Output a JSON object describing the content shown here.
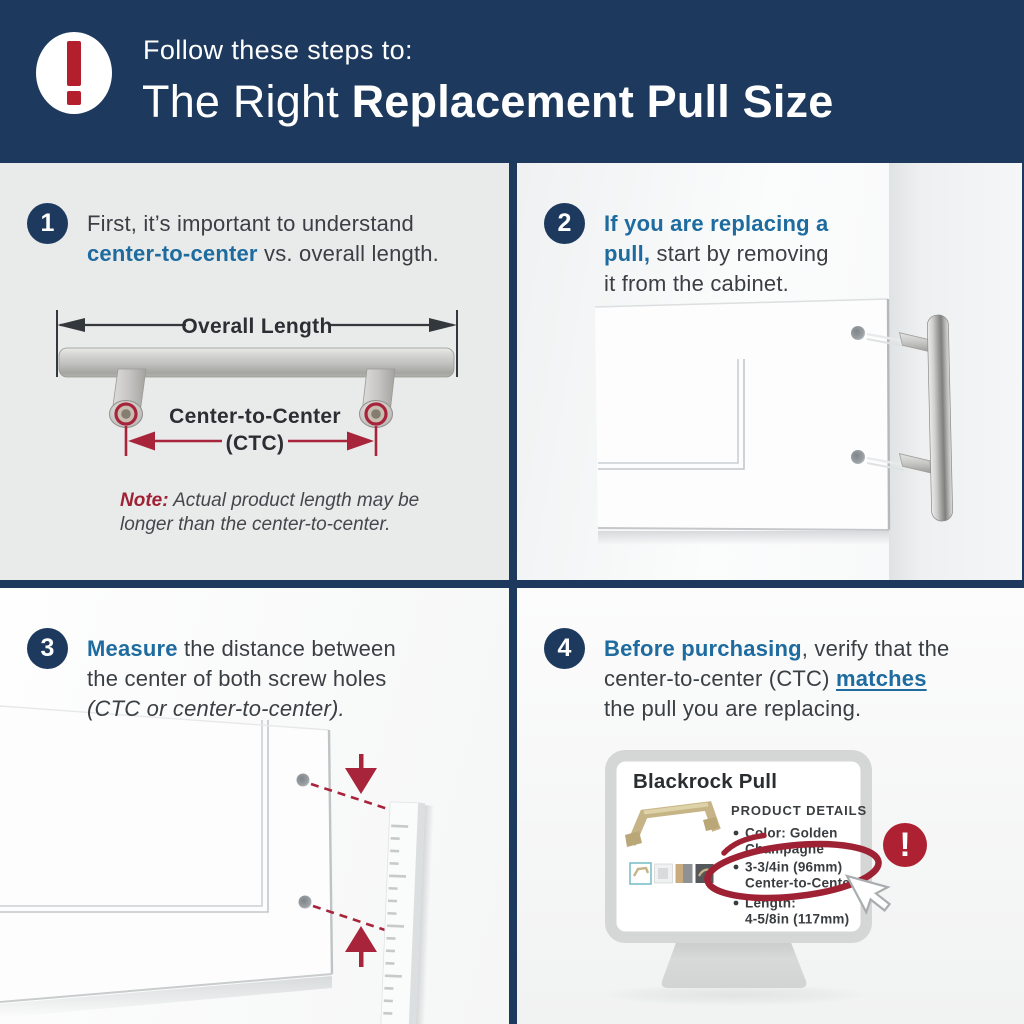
{
  "colors": {
    "navy": "#1d3a5e",
    "accent_blue": "#1e6b9f",
    "accent_red": "#a8243a",
    "alert_red": "#ae2132",
    "panel_gray": "#e9eaea"
  },
  "header": {
    "alert_glyph": "!",
    "kicker": "Follow these steps to:",
    "title_light": "The Right",
    "title_bold": "Replacement Pull Size"
  },
  "steps": [
    {
      "num": "1",
      "segments": [
        {
          "t": "First, it’s important to understand",
          "br": true
        },
        {
          "t": "center-to-center",
          "cls": "blue"
        },
        {
          "t": " vs. overall length."
        }
      ]
    },
    {
      "num": "2",
      "segments": [
        {
          "t": "If you are replacing a",
          "cls": "blue",
          "br": true
        },
        {
          "t": "pull,",
          "cls": "blue"
        },
        {
          "t": " start by removing",
          "br": true
        },
        {
          "t": "it from the cabinet."
        }
      ]
    },
    {
      "num": "3",
      "segments": [
        {
          "t": "Measure",
          "cls": "blue"
        },
        {
          "t": " the distance between",
          "br": true
        },
        {
          "t": "the center of both screw holes",
          "br": true
        },
        {
          "t": "(CTC or center-to-center).",
          "cls": "italic"
        }
      ]
    },
    {
      "num": "4",
      "segments": [
        {
          "t": "Before purchasing",
          "cls": "blue"
        },
        {
          "t": ", verify that the",
          "br": true
        },
        {
          "t": "center-to-center (CTC) "
        },
        {
          "t": "matches",
          "cls": "blue underline"
        },
        {
          "t": "",
          "br": true
        },
        {
          "t": "the pull you are replacing."
        }
      ]
    }
  ],
  "diagram": {
    "overall_length_label": "Overall Length",
    "ctc_label": "Center-to-Center",
    "ctc_abbr": "(CTC)",
    "note_segments": [
      {
        "t": "Note:",
        "cls": "notelabel"
      },
      {
        "t": " Actual product length may be",
        "br": true
      },
      {
        "t": "longer than the center-to-center."
      }
    ]
  },
  "monitor": {
    "title": "Blackrock Pull",
    "details_heading": "PRODUCT DETAILS",
    "bullets": [
      [
        "Color: Golden",
        "Champagne"
      ],
      [
        "3-3/4in (96mm)",
        "Center-to-Center"
      ],
      [
        "Length:",
        "4-5/8in (117mm)"
      ]
    ],
    "alert_glyph": "!"
  }
}
